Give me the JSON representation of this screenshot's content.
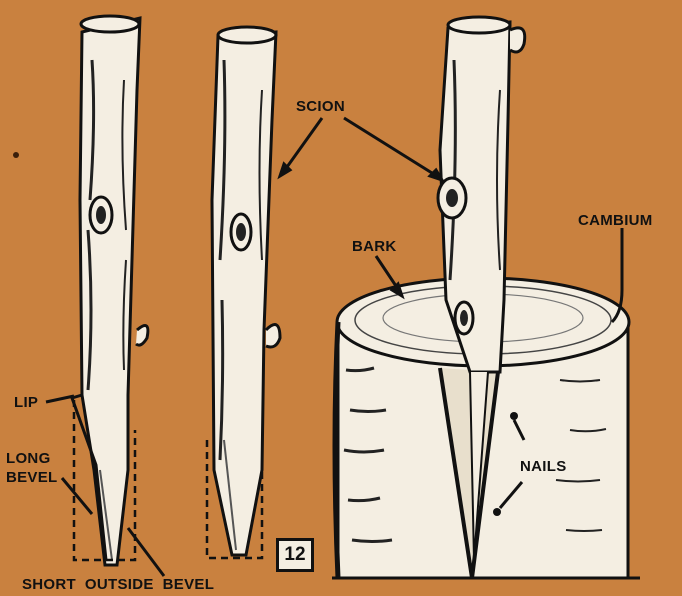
{
  "labels": {
    "scion": "SCION",
    "cambium": "CAMBIUM",
    "bark": "BARK",
    "lip": "LIP",
    "long_bevel_line1": "LONG",
    "long_bevel_line2": "BEVEL",
    "nails": "NAILS",
    "bottom": "SHORT  OUTSIDE  BEVEL"
  },
  "figure_number": "12",
  "colors": {
    "background": "#c9813f",
    "wood": "#f4eee2",
    "ink": "#111111"
  }
}
